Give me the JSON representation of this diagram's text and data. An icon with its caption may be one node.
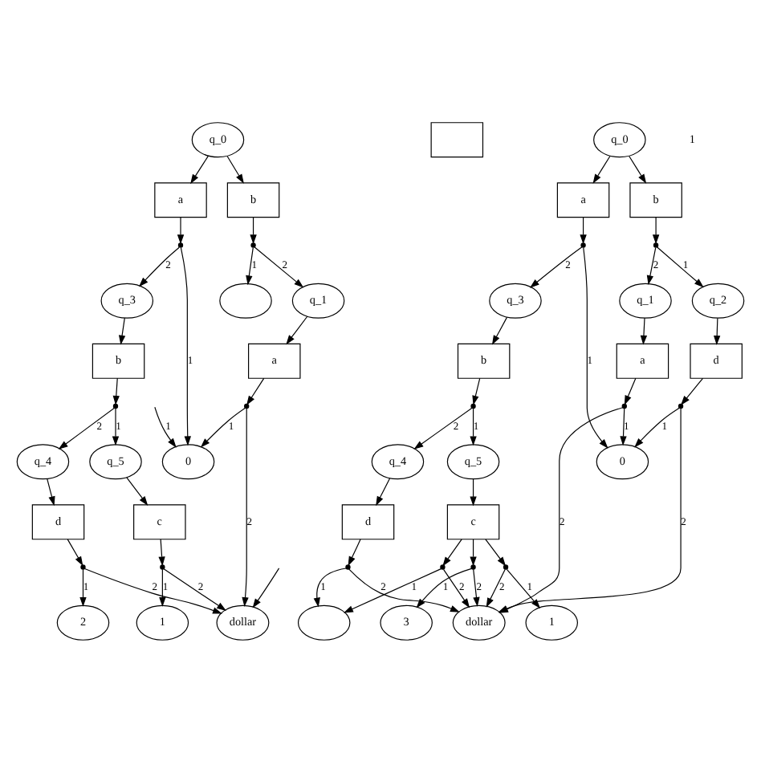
{
  "diagram": {
    "nodes": [
      {
        "text": [
          "q_0"
        ]
      },
      {
        "text": [
          "b"
        ]
      },
      {
        "text": [
          "a"
        ]
      },
      {
        "text": [],
        "shape": "dot"
      },
      {
        "text": [],
        "shape": "dot"
      },
      {
        "text": [],
        "shape": "ellipse"
      },
      {
        "text": [
          "q_1"
        ]
      },
      {
        "text": [
          "q_3"
        ]
      },
      {
        "text": [],
        "shape": "box"
      },
      {
        "text": [
          "a"
        ]
      },
      {
        "text": [
          "b"
        ]
      },
      {
        "text": [],
        "shape": "dot"
      },
      {
        "text": [],
        "shape": "dot"
      },
      {
        "text": [
          "0"
        ]
      },
      {
        "text": [
          "q_4"
        ]
      },
      {
        "text": [
          "q_5"
        ]
      },
      {
        "text": [
          "d"
        ]
      },
      {
        "text": [
          "c"
        ]
      },
      {
        "text": [],
        "shape": "dot"
      },
      {
        "text": [],
        "shape": "dot"
      },
      {
        "text": [
          "dollar"
        ]
      },
      {
        "text": [
          "2"
        ]
      },
      {
        "text": [
          "1"
        ]
      },
      {
        "text": [
          "q_0"
        ]
      },
      {
        "text": [
          "b"
        ]
      },
      {
        "text": [
          "a"
        ]
      },
      {
        "text": [],
        "shape": "dot"
      },
      {
        "text": [],
        "shape": "dot"
      },
      {
        "text": [
          "q_1"
        ]
      },
      {
        "text": [
          "q_2"
        ]
      },
      {
        "text": [
          "q_3"
        ]
      },
      {
        "text": [
          "a"
        ]
      },
      {
        "text": [
          "d"
        ]
      },
      {
        "text": [
          "b"
        ]
      },
      {
        "text": [],
        "shape": "dot"
      },
      {
        "text": [],
        "shape": "dot"
      },
      {
        "text": [],
        "shape": "dot"
      },
      {
        "text": [
          "0"
        ]
      },
      {
        "text": [
          "q_5"
        ]
      },
      {
        "text": [
          "q_4"
        ]
      },
      {
        "text": [
          "c"
        ]
      },
      {
        "text": [
          "d"
        ]
      },
      {
        "text": [],
        "shape": "dot"
      },
      {
        "text": [],
        "shape": "dot"
      },
      {
        "text": [],
        "shape": "dot"
      },
      {
        "text": [],
        "shape": "dot"
      },
      {
        "text": [
          "dollar"
        ]
      },
      {
        "text": [
          "1"
        ]
      },
      {
        "text": [
          "3"
        ]
      },
      {
        "text": [],
        "shape": "ellipse"
      }
    ],
    "edges": [
      {
        "from": 0,
        "to": 1,
        "arrow": "to"
      },
      {
        "from": 0,
        "to": 2,
        "arrow": "to"
      },
      {
        "from": 1,
        "to": 3,
        "arrow": "to"
      },
      {
        "from": 2,
        "to": 4,
        "arrow": "to"
      },
      {
        "from": 3,
        "to": 5,
        "arrow": "to",
        "label": "1"
      },
      {
        "from": 3,
        "to": 6,
        "arrow": "to",
        "label": "2"
      },
      {
        "from": 4,
        "to": 7,
        "arrow": "to",
        "label": "2"
      },
      {
        "from": 4,
        "to": 13,
        "arrow": "to",
        "label": "1"
      },
      {
        "from": 6,
        "to": 9,
        "arrow": "to"
      },
      {
        "from": 7,
        "to": 10,
        "arrow": "to"
      },
      {
        "from": 9,
        "to": 11,
        "arrow": "to"
      },
      {
        "from": 10,
        "to": 12,
        "arrow": "to"
      },
      {
        "from": 11,
        "to": 13,
        "arrow": "to",
        "label": "1"
      },
      {
        "from": 11,
        "to": 20,
        "arrow": "to",
        "label": "2"
      },
      {
        "from": null,
        "to": 13,
        "arrow": "to",
        "label": "1"
      },
      {
        "from": null,
        "to": 20,
        "arrow": "to"
      },
      {
        "from": 12,
        "to": 14,
        "arrow": "to",
        "label": "2"
      },
      {
        "from": 12,
        "to": 15,
        "arrow": "to",
        "label": "1"
      },
      {
        "from": 14,
        "to": 16,
        "arrow": "to"
      },
      {
        "from": 15,
        "to": 17,
        "arrow": "to"
      },
      {
        "from": 16,
        "to": 18,
        "arrow": "to"
      },
      {
        "from": 17,
        "to": 19,
        "arrow": "to"
      },
      {
        "from": 18,
        "to": 20,
        "arrow": "to",
        "label": "2"
      },
      {
        "from": 18,
        "to": 21,
        "arrow": "to",
        "label": "1"
      },
      {
        "from": 19,
        "to": 20,
        "arrow": "to",
        "label": "2"
      },
      {
        "from": 19,
        "to": 22,
        "arrow": "to",
        "label": "1"
      },
      {
        "from": 23,
        "to": 24,
        "arrow": "to"
      },
      {
        "from": 23,
        "to": 25,
        "arrow": "to"
      },
      {
        "from": 24,
        "to": 26,
        "arrow": "to"
      },
      {
        "from": 25,
        "to": 27,
        "arrow": "to"
      },
      {
        "from": 26,
        "to": 28,
        "arrow": "to",
        "label": "2"
      },
      {
        "from": 26,
        "to": 29,
        "arrow": "to",
        "label": "1"
      },
      {
        "from": 27,
        "to": 30,
        "arrow": "to",
        "label": "2"
      },
      {
        "from": 27,
        "to": 37,
        "arrow": "to",
        "label": "1"
      },
      {
        "from": 28,
        "to": 31,
        "arrow": "to"
      },
      {
        "from": 29,
        "to": 32,
        "arrow": "to"
      },
      {
        "from": 30,
        "to": 33,
        "arrow": "to"
      },
      {
        "from": 31,
        "to": 34,
        "arrow": "to"
      },
      {
        "from": 32,
        "to": 35,
        "arrow": "to"
      },
      {
        "from": 33,
        "to": 36,
        "arrow": "to"
      },
      {
        "from": 34,
        "to": 37,
        "arrow": "to",
        "label": "1"
      },
      {
        "from": 34,
        "to": 46,
        "arrow": "to",
        "label": "2"
      },
      {
        "from": 35,
        "to": 37,
        "arrow": "to",
        "label": "1"
      },
      {
        "from": 35,
        "to": 46,
        "arrow": "to",
        "label": "2"
      },
      {
        "from": 36,
        "to": 38,
        "arrow": "to",
        "label": "1"
      },
      {
        "from": 36,
        "to": 39,
        "arrow": "to",
        "label": "2"
      },
      {
        "from": 38,
        "to": 40,
        "arrow": "to"
      },
      {
        "from": 39,
        "to": 41,
        "arrow": "to"
      },
      {
        "from": 40,
        "to": 42,
        "arrow": "to"
      },
      {
        "from": 40,
        "to": 43,
        "arrow": "to"
      },
      {
        "from": 40,
        "to": 44,
        "arrow": "to"
      },
      {
        "from": 41,
        "to": 45,
        "arrow": "to"
      },
      {
        "from": 42,
        "to": 46,
        "arrow": "to",
        "label": "2"
      },
      {
        "from": 42,
        "to": 47,
        "arrow": "to",
        "label": "1"
      },
      {
        "from": 43,
        "to": 46,
        "arrow": "to",
        "label": "2"
      },
      {
        "from": 43,
        "to": 48,
        "arrow": "to",
        "label": "1"
      },
      {
        "from": 44,
        "to": 46,
        "arrow": "to",
        "label": "2"
      },
      {
        "from": 44,
        "to": 49,
        "arrow": "to",
        "label": "1"
      },
      {
        "from": 45,
        "to": 46,
        "arrow": "to",
        "label": "2"
      },
      {
        "from": 45,
        "to": 49,
        "arrow": "to",
        "label": "1"
      }
    ],
    "labels": [
      "1"
    ]
  }
}
